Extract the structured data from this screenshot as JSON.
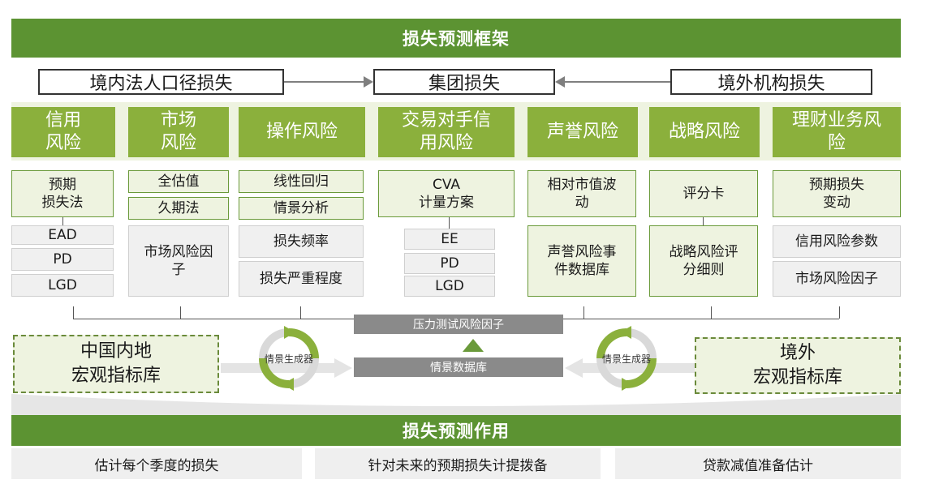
{
  "title": "损失预测框架",
  "top_row": {
    "left": "境内法人口径损失",
    "center": "集团损失",
    "right": "境外机构损失"
  },
  "risk_categories": [
    {
      "header": "信用\n风险",
      "methods": [
        "预期\n损失法"
      ],
      "factors": [
        "EAD",
        "PD",
        "LGD"
      ]
    },
    {
      "header": "市场\n风险",
      "methods": [
        "全估值",
        "久期法"
      ],
      "factors": [
        "市场风险因\n子"
      ]
    },
    {
      "header": "操作风险",
      "methods": [
        "线性回归",
        "情景分析"
      ],
      "factors": [
        "损失频率",
        "损失严重程度"
      ]
    },
    {
      "header": "交易对手信\n用风险",
      "methods": [
        "CVA\n计量方案"
      ],
      "factors": [
        "EE",
        "PD",
        "LGD"
      ]
    },
    {
      "header": "声誉风险",
      "methods": [
        "相对市值波\n动"
      ],
      "factors": [
        "声誉风险事\n件数据库"
      ]
    },
    {
      "header": "战略风险",
      "methods": [
        "评分卡"
      ],
      "factors": [
        "战略风险评\n分细则"
      ]
    },
    {
      "header": "理财业务风\n险",
      "methods": [
        "预期损失\n变动"
      ],
      "factors": [
        "信用风险参数",
        "市场风险因子"
      ]
    }
  ],
  "stress": {
    "factor_bar": "压力测试风险因子",
    "scenario_db": "情景数据库",
    "generator_label": "情景生成器"
  },
  "macro": {
    "left": "中国内地\n宏观指标库",
    "right": "境外\n宏观指标库"
  },
  "usage": {
    "title": "损失预测作用",
    "items": [
      "估计每个季度的损失",
      "针对未来的预期损失计提拨备",
      "贷款减值准备估计"
    ]
  },
  "colors": {
    "banner_green": "#5c9332",
    "header_green": "#8bb03c",
    "light_green": "#eef3e0",
    "gray_bar": "#8a8a8a"
  }
}
